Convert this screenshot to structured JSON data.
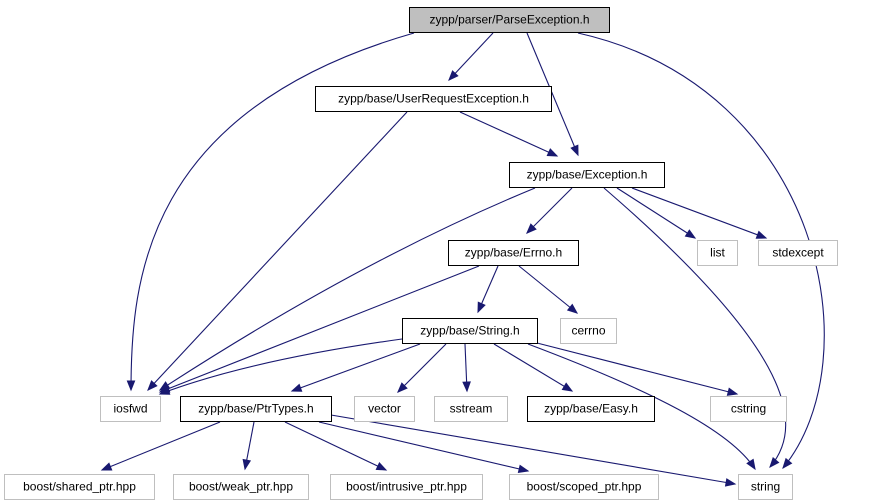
{
  "diagram": {
    "type": "include-dependency-graph",
    "colors": {
      "edge": "#191970",
      "root_fill": "#bfbfbf",
      "documented_border": "#000000",
      "external_border": "#bfbfbf"
    },
    "nodes": [
      {
        "id": "parseexception",
        "label": "zypp/parser/ParseException.h",
        "kind": "root"
      },
      {
        "id": "userrequestexception",
        "label": "zypp/base/UserRequestException.h",
        "kind": "documented"
      },
      {
        "id": "exception",
        "label": "zypp/base/Exception.h",
        "kind": "documented"
      },
      {
        "id": "errno",
        "label": "zypp/base/Errno.h",
        "kind": "documented"
      },
      {
        "id": "string_h",
        "label": "zypp/base/String.h",
        "kind": "documented"
      },
      {
        "id": "ptrtypes",
        "label": "zypp/base/PtrTypes.h",
        "kind": "documented"
      },
      {
        "id": "easy",
        "label": "zypp/base/Easy.h",
        "kind": "documented"
      },
      {
        "id": "iosfwd",
        "label": "iosfwd",
        "kind": "external"
      },
      {
        "id": "list",
        "label": "list",
        "kind": "external"
      },
      {
        "id": "stdexcept",
        "label": "stdexcept",
        "kind": "external"
      },
      {
        "id": "cerrno",
        "label": "cerrno",
        "kind": "external"
      },
      {
        "id": "vector",
        "label": "vector",
        "kind": "external"
      },
      {
        "id": "sstream",
        "label": "sstream",
        "kind": "external"
      },
      {
        "id": "cstring",
        "label": "cstring",
        "kind": "external"
      },
      {
        "id": "string",
        "label": "string",
        "kind": "external"
      },
      {
        "id": "shared_ptr",
        "label": "boost/shared_ptr.hpp",
        "kind": "external"
      },
      {
        "id": "weak_ptr",
        "label": "boost/weak_ptr.hpp",
        "kind": "external"
      },
      {
        "id": "intrusive_ptr",
        "label": "boost/intrusive_ptr.hpp",
        "kind": "external"
      },
      {
        "id": "scoped_ptr",
        "label": "boost/scoped_ptr.hpp",
        "kind": "external"
      }
    ],
    "edges": [
      [
        "parseexception",
        "userrequestexception"
      ],
      [
        "parseexception",
        "exception"
      ],
      [
        "parseexception",
        "iosfwd"
      ],
      [
        "parseexception",
        "string"
      ],
      [
        "userrequestexception",
        "exception"
      ],
      [
        "userrequestexception",
        "iosfwd"
      ],
      [
        "exception",
        "errno"
      ],
      [
        "exception",
        "iosfwd"
      ],
      [
        "exception",
        "list"
      ],
      [
        "exception",
        "stdexcept"
      ],
      [
        "exception",
        "string"
      ],
      [
        "errno",
        "string_h"
      ],
      [
        "errno",
        "cerrno"
      ],
      [
        "errno",
        "iosfwd"
      ],
      [
        "string_h",
        "iosfwd"
      ],
      [
        "string_h",
        "ptrtypes"
      ],
      [
        "string_h",
        "vector"
      ],
      [
        "string_h",
        "sstream"
      ],
      [
        "string_h",
        "easy"
      ],
      [
        "string_h",
        "cstring"
      ],
      [
        "string_h",
        "string"
      ],
      [
        "ptrtypes",
        "shared_ptr"
      ],
      [
        "ptrtypes",
        "weak_ptr"
      ],
      [
        "ptrtypes",
        "intrusive_ptr"
      ],
      [
        "ptrtypes",
        "scoped_ptr"
      ],
      [
        "ptrtypes",
        "string"
      ]
    ]
  }
}
